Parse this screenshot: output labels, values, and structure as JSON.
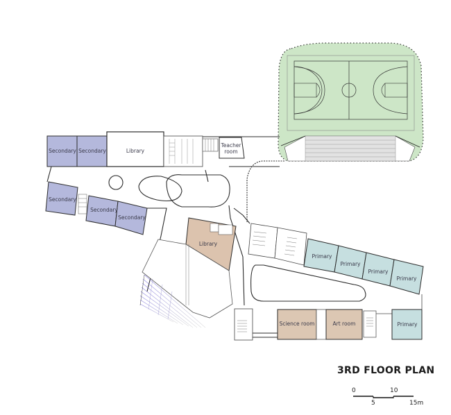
{
  "title": "3RD FLOOR PLAN",
  "colors": {
    "secondary": "#b4b8dc",
    "library": "#ffffff",
    "library_lower": "#dcc3ae",
    "primary": "#c6dfe0",
    "science_art": "#dcc7b3",
    "court": "#cde6c7",
    "wall": "#2b2b2b",
    "seating_blue": "#6a60d8"
  },
  "rooms": {
    "secondary_1": "Secondary",
    "secondary_2": "Secondary",
    "library_upper": "Library",
    "teacher_room_line1": "Teacher",
    "teacher_room_line2": "room",
    "secondary_3": "Secondary",
    "secondary_4": "Secondary",
    "secondary_5": "Secondary",
    "library_lower": "Library",
    "primary_1": "Primary",
    "primary_2": "Primary",
    "primary_3": "Primary",
    "primary_4": "Primary",
    "primary_5": "Primary",
    "science_room": "Science room",
    "art_room": "Art room"
  },
  "scale_bar": {
    "labels_top": [
      "0",
      "10"
    ],
    "labels_bottom": [
      "5",
      "15m"
    ]
  }
}
